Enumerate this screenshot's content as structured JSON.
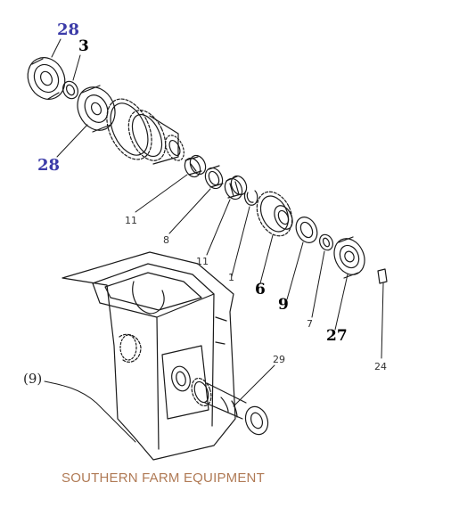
{
  "labels": {
    "p28_top": "28",
    "p3": "3",
    "p28_bottom": "28",
    "p11_a": "11",
    "p8": "8",
    "p11_b": "11",
    "p1": "1",
    "p6": "6",
    "p9": "9",
    "p7": "7",
    "p27": "27",
    "p24": "24",
    "p29": "29",
    "p9_ref": "(9)"
  },
  "footer": "SOUTHERN FARM EQUIPMENT",
  "colors": {
    "line": "#1a1a1a",
    "label_blue": "#3b3ba8",
    "footer": "#b07a55"
  }
}
